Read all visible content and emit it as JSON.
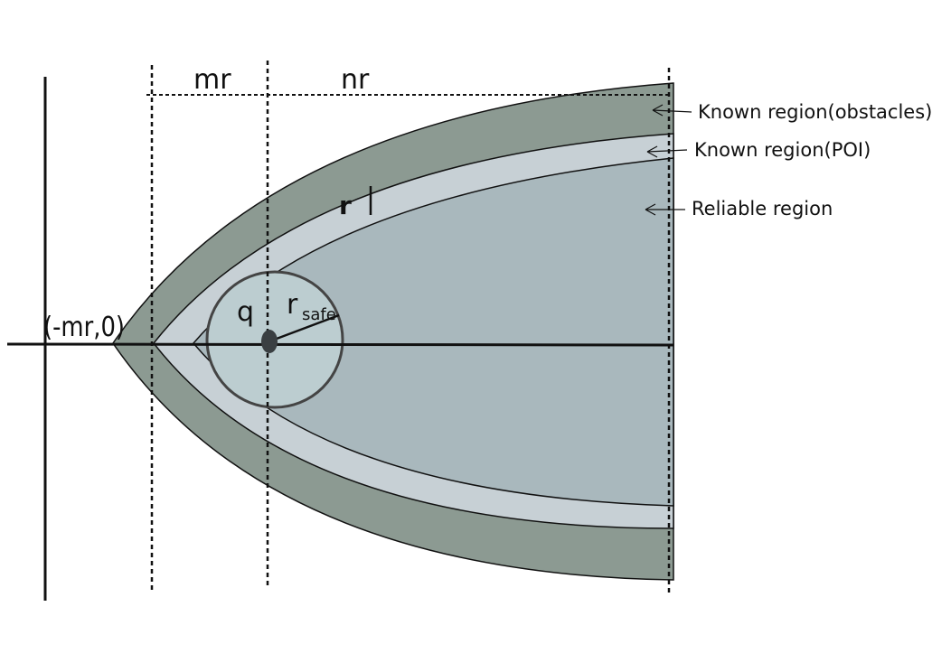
{
  "labels": {
    "mr": "mr",
    "nr": "nr",
    "r": "r",
    "q": "q",
    "r_safe_main": "r",
    "r_safe_sub": "safe",
    "origin": "(-mr,0)"
  },
  "annotations": {
    "obstacles": "Known region(obstacles)",
    "poi": "Known region(POI)",
    "reliable": "Reliable region"
  },
  "colors": {
    "obstacles_band": "#8c9a92",
    "poi_band": "#c7d0d5",
    "reliable_region": "#a9b8bd",
    "safe_circle": "#bccdd0",
    "outline": "#111111"
  }
}
